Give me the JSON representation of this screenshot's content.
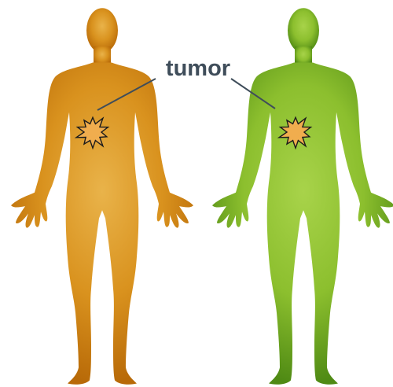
{
  "label": {
    "text": "tumor"
  },
  "figures": [
    {
      "id": "left",
      "body_color": "#d9921e",
      "body_edge_color": "#b86a08"
    },
    {
      "id": "right",
      "body_color": "#8cbf2e",
      "body_edge_color": "#4f8a14"
    }
  ],
  "tumor_style": {
    "fill": "#f0ad4e",
    "outline": "#1b1b1b"
  },
  "leader_line_color": "#3f4d5a"
}
